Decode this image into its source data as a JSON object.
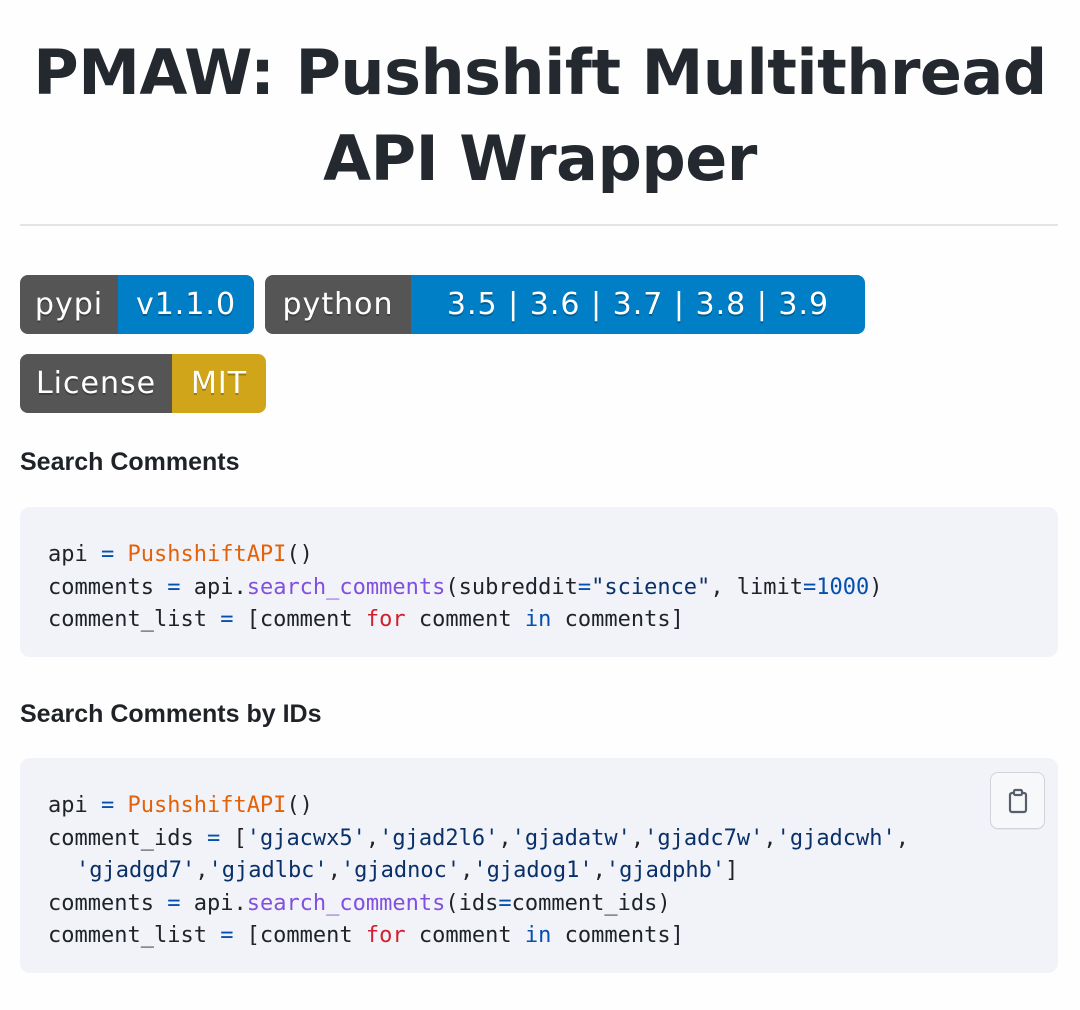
{
  "title": {
    "line1": "PMAW: Pushshift Multithread",
    "line2": "API Wrapper"
  },
  "badges": {
    "pypi": {
      "label": "pypi",
      "value": "v1.1.0",
      "color": "#007ec6"
    },
    "python": {
      "label": "python",
      "value": "3.5 | 3.6 | 3.7 | 3.8 | 3.9",
      "color": "#007ec6"
    },
    "license": {
      "label": "License",
      "value": "MIT",
      "color": "#d0a51a"
    }
  },
  "sections": [
    {
      "heading": "Search Comments",
      "code": {
        "l1": {
          "a": "api ",
          "b": "=",
          "c": " ",
          "d": "PushshiftAPI",
          "e": "()"
        },
        "l2": {
          "a": "comments ",
          "b": "=",
          "c": " api.",
          "d": "search_comments",
          "e": "(subreddit",
          "f": "=",
          "g": "\"science\"",
          "h": ", limit",
          "i": "=",
          "j": "1000",
          "k": ")"
        },
        "l3": {
          "a": "comment_list ",
          "b": "=",
          "c": " [comment ",
          "d": "for",
          "e": " comment ",
          "f": "in",
          "g": " comments]"
        }
      }
    },
    {
      "heading": "Search Comments by IDs",
      "code": {
        "l1": {
          "a": "api ",
          "b": "=",
          "c": " ",
          "d": "PushshiftAPI",
          "e": "()"
        },
        "l2": {
          "a": "comment_ids ",
          "b": "=",
          "c": " [",
          "d": "'gjacwx5'",
          "e": ",",
          "f": "'gjad2l6'",
          "g": ",",
          "h": "'gjadatw'",
          "i": ",",
          "j": "'gjadc7w'",
          "k": ",",
          "l": "'gjadcwh'",
          "m": ","
        },
        "l3": {
          "a": "'gjadgd7'",
          "b": ",",
          "c": "'gjadlbc'",
          "d": ",",
          "e": "'gjadnoc'",
          "f": ",",
          "g": "'gjadog1'",
          "h": ",",
          "i": "'gjadphb'",
          "j": "]"
        },
        "l4": {
          "a": "comments ",
          "b": "=",
          "c": " api.",
          "d": "search_comments",
          "e": "(ids",
          "f": "=",
          "g": "comment_ids)"
        },
        "l5": {
          "a": "comment_list ",
          "b": "=",
          "c": " [comment ",
          "d": "for",
          "e": " comment ",
          "f": "in",
          "g": " comments]"
        }
      },
      "copy_icon": "clipboard-icon"
    }
  ]
}
